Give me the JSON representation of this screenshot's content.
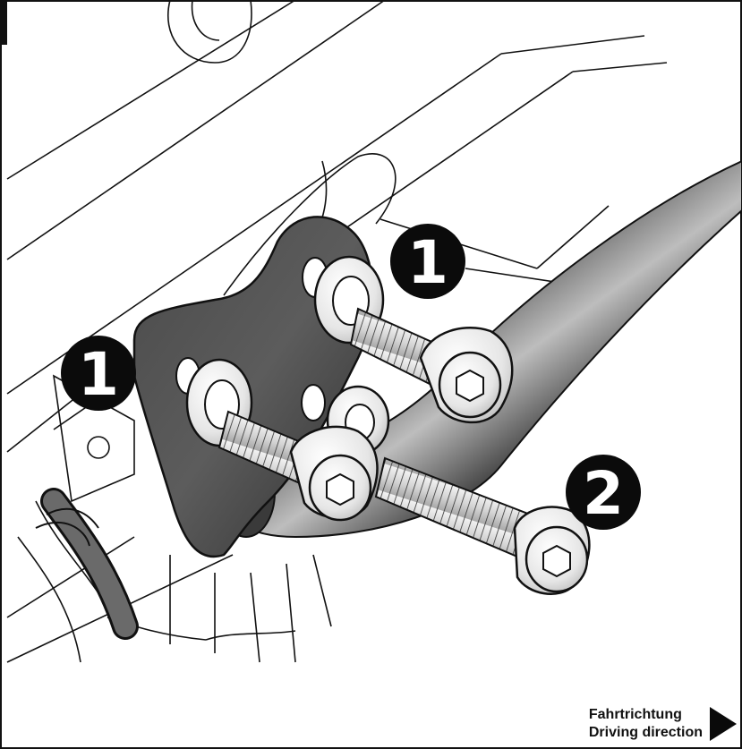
{
  "callouts": [
    {
      "label": "1"
    },
    {
      "label": "1"
    },
    {
      "label": "2"
    }
  ],
  "direction": {
    "line1": "Fahrtrichtung",
    "line2": "Driving direction",
    "icon": "triangle-right-icon"
  },
  "colors": {
    "badge": "#0b0b0b",
    "badge_text": "#ffffff",
    "line": "#111111",
    "paper": "#ffffff"
  }
}
